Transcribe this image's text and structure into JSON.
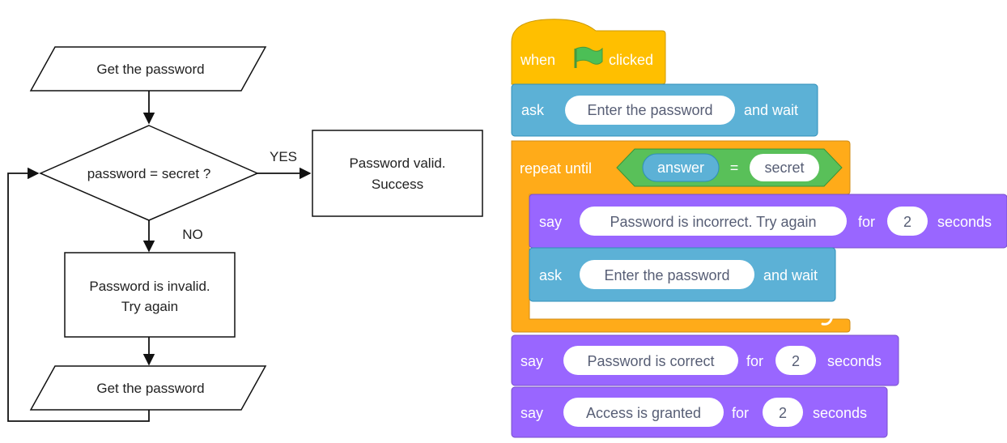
{
  "flowchart": {
    "input_top": "Get the password",
    "decision": "password = secret ?",
    "yes_label": "YES",
    "no_label": "NO",
    "success_line1": "Password valid.",
    "success_line2": "Success",
    "invalid_line1": "Password is invalid.",
    "invalid_line2": "Try again",
    "input_bottom": "Get the password"
  },
  "scratch": {
    "colors": {
      "events": "#ffbf00",
      "sensing": "#5cb1d6",
      "control": "#ffab19",
      "looks": "#9966ff",
      "operators": "#59c059"
    },
    "hat": {
      "when": "when",
      "flag_icon": "green-flag",
      "clicked": "clicked"
    },
    "ask1": {
      "verb": "ask",
      "input": "Enter the password",
      "suffix": "and wait"
    },
    "repeat": {
      "label": "repeat until",
      "left": "answer",
      "op": "=",
      "right": "secret",
      "loop_icon": "loop-arrow"
    },
    "say1": {
      "verb": "say",
      "input": "Password is incorrect. Try again",
      "for": "for",
      "secs": "2",
      "suffix": "seconds"
    },
    "ask2": {
      "verb": "ask",
      "input": "Enter the password",
      "suffix": "and wait"
    },
    "say2": {
      "verb": "say",
      "input": "Password is correct",
      "for": "for",
      "secs": "2",
      "suffix": "seconds"
    },
    "say3": {
      "verb": "say",
      "input": "Access is granted",
      "for": "for",
      "secs": "2",
      "suffix": "seconds"
    }
  }
}
